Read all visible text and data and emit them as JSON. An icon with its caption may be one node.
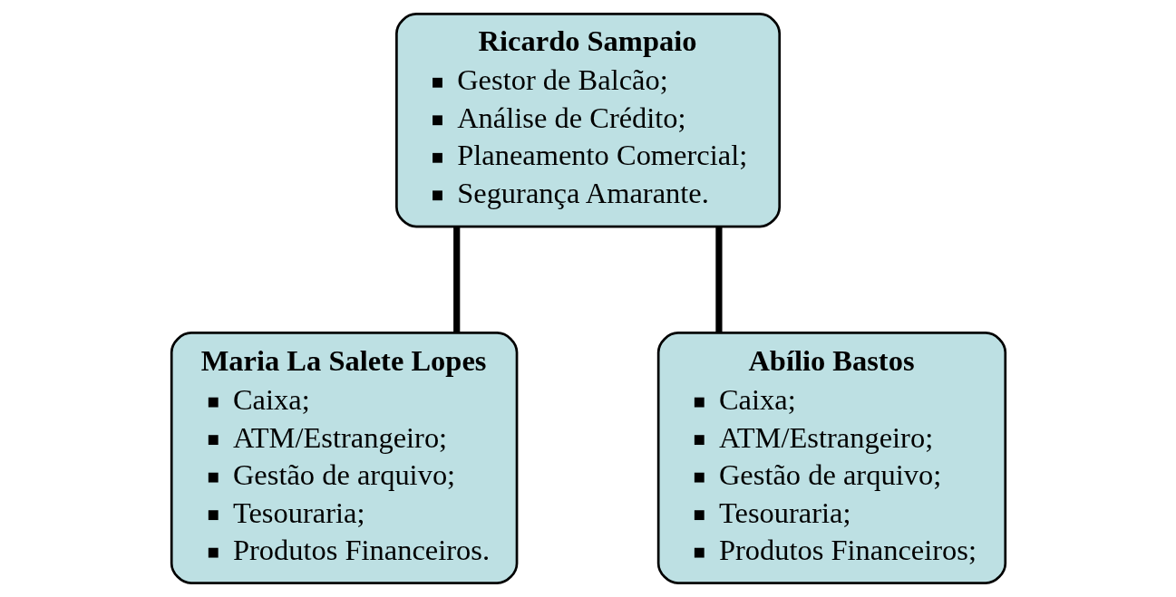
{
  "diagram": {
    "nodes": [
      {
        "text": [
          "Ricardo Sampaio",
          "Gestor de Balcão;",
          "Análise de Crédito;",
          "Planeamento Comercial;",
          "Segurança Amarante."
        ]
      },
      {
        "text": [
          "Maria La Salete Lopes",
          "Caixa;",
          "ATM/Estrangeiro;",
          "Gestão de arquivo;",
          "Tesouraria;",
          "Produtos Financeiros."
        ]
      },
      {
        "text": [
          "Abílio Bastos",
          "Caixa;",
          "ATM/Estrangeiro;",
          "Gestão de arquivo;",
          "Tesouraria;",
          "Produtos Financeiros;"
        ]
      }
    ],
    "edges": [
      {
        "from": 0,
        "to": 1,
        "arrow": "none"
      },
      {
        "from": 0,
        "to": 2,
        "arrow": "none"
      }
    ]
  }
}
